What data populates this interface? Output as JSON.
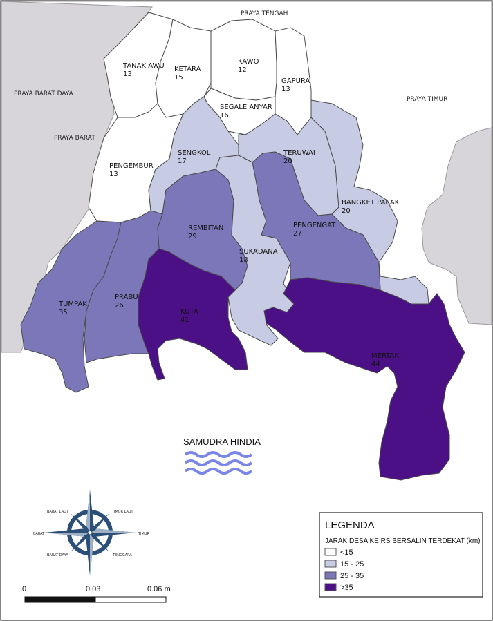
{
  "regions": {
    "praya_tengah": "PRAYA TENGAH",
    "praya_barat_daya": "PRAYA BARAT DAYA",
    "praya_barat": "PRAYA BARAT",
    "praya_timur": "PRAYA TIMUR"
  },
  "villages": [
    {
      "name": "TANAK AWU",
      "value": "13",
      "class": "<15"
    },
    {
      "name": "KETARA",
      "value": "15",
      "class": "15 - 25"
    },
    {
      "name": "KAWO",
      "value": "12",
      "class": "<15"
    },
    {
      "name": "GAPURA",
      "value": "13",
      "class": "<15"
    },
    {
      "name": "SEGALE ANYAR",
      "value": "16",
      "class": "15 - 25"
    },
    {
      "name": "PENGEMBUR",
      "value": "13",
      "class": "<15"
    },
    {
      "name": "SENGKOL",
      "value": "17",
      "class": "15 - 25"
    },
    {
      "name": "TERUWAI",
      "value": "20",
      "class": "15 - 25"
    },
    {
      "name": "BANGKET PARAK",
      "value": "20",
      "class": "15 - 25"
    },
    {
      "name": "REMBITAN",
      "value": "29",
      "class": "25 - 35"
    },
    {
      "name": "PENGENGAT",
      "value": "27",
      "class": "25 - 35"
    },
    {
      "name": "SUKADANA",
      "value": "18",
      "class": "15 - 25"
    },
    {
      "name": "TUMPAK",
      "value": "35",
      "class": "25 - 35"
    },
    {
      "name": "PRABU",
      "value": "26",
      "class": "25 - 35"
    },
    {
      "name": "KUTA",
      "value": "41",
      "class": ">35"
    },
    {
      "name": "MERTAK",
      "value": "44",
      "class": ">35"
    }
  ],
  "sea_label": "SAMUDRA HINDIA",
  "compass": {
    "north_west": "BARAT LAUT",
    "north_east": "TIMUR LAUT",
    "west": "BARAT",
    "east": "TIMUR",
    "south_west": "BARAT DAYA",
    "south_east": "TENGGARA"
  },
  "scale_bar": {
    "labels": [
      "0",
      "0.03",
      "0.06 m"
    ]
  },
  "legend": {
    "title": "LEGENDA",
    "subtitle": "JARAK DESA KE RS BERSALIN TERDEKAT (km)",
    "items": [
      {
        "label": "<15",
        "color": "#ffffff"
      },
      {
        "label": "15 - 25",
        "color": "#c8cbe4"
      },
      {
        "label": "25 - 35",
        "color": "#7b77b8"
      },
      {
        "label": ">35",
        "color": "#4b0f86"
      }
    ]
  }
}
